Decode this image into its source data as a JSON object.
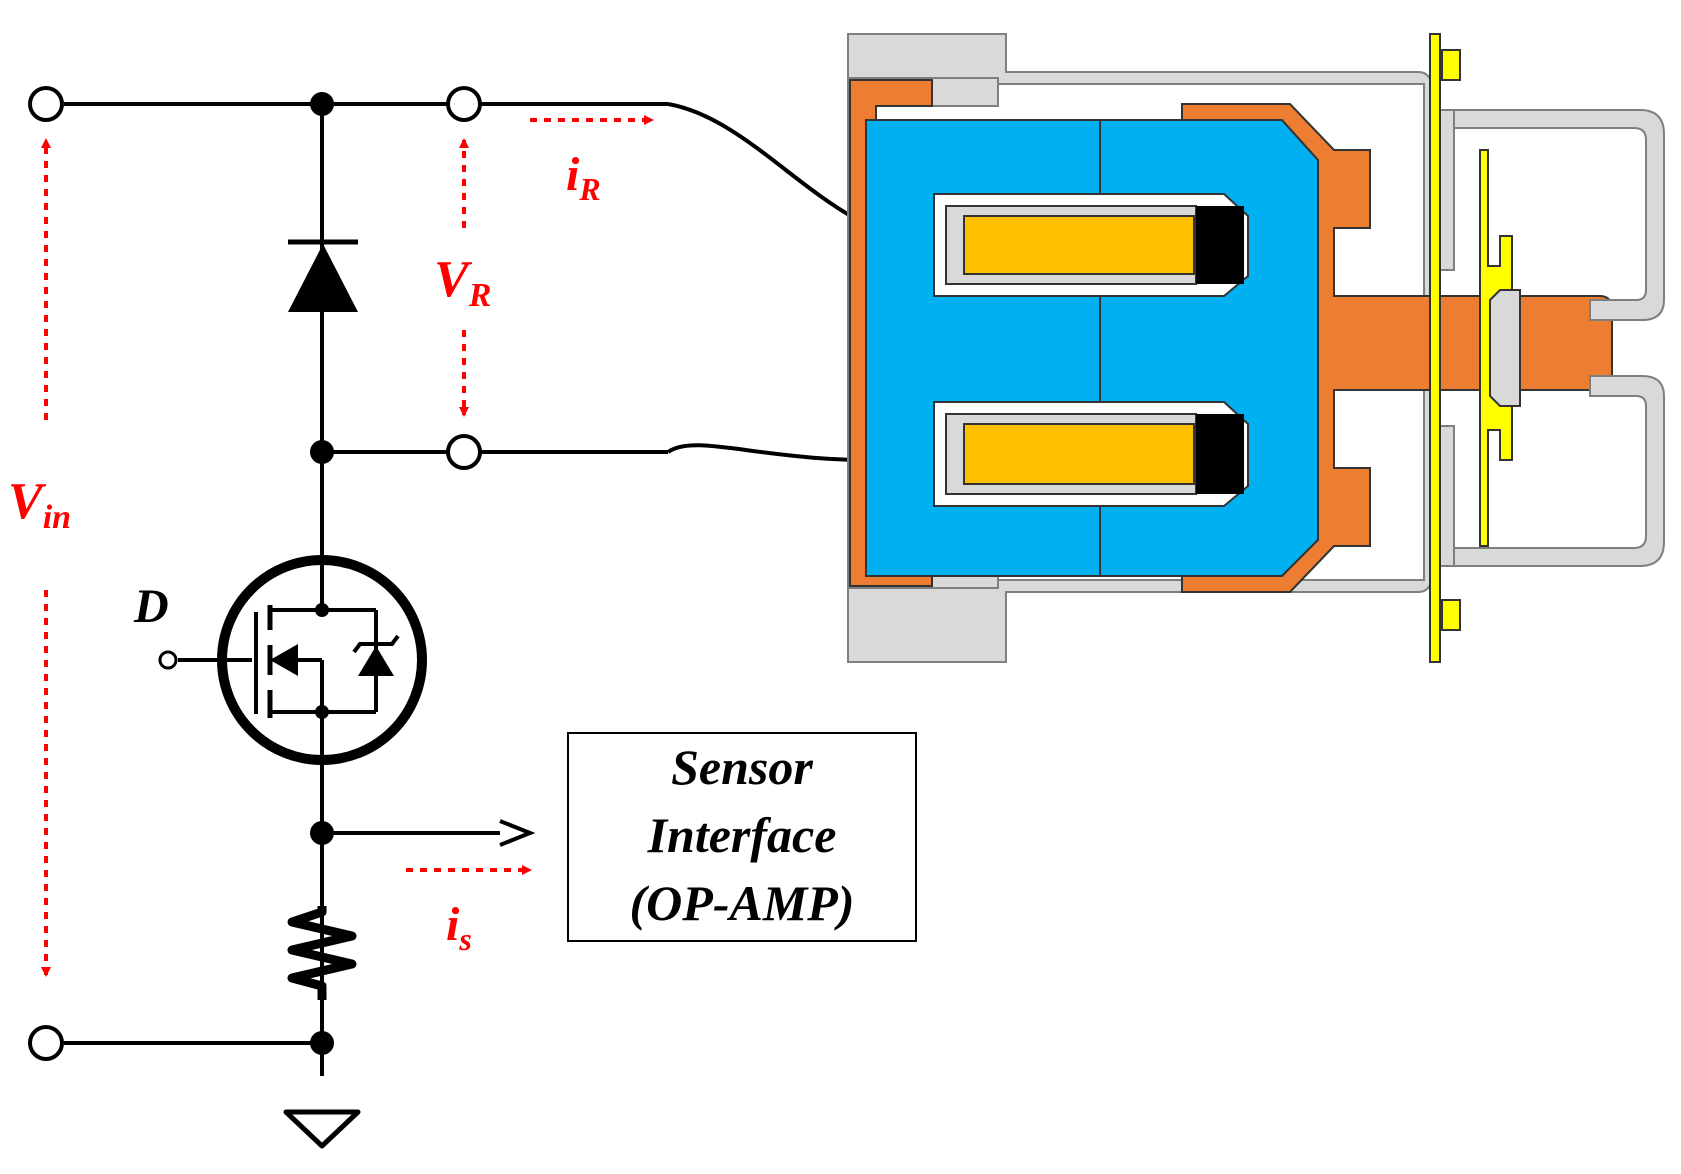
{
  "labels": {
    "v_in": "V",
    "v_in_sub": "in",
    "v_r": "V",
    "v_r_sub": "R",
    "i_r": "i",
    "i_r_sub": "R",
    "i_s": "i",
    "i_s_sub": "s",
    "d": "D"
  },
  "sensor_box": {
    "line1": "Sensor",
    "line2": "Interface",
    "line3": "(OP-AMP)"
  },
  "colors": {
    "annotation": "#ff0000",
    "wire": "#000000",
    "solenoid_core": "#00b0f0",
    "solenoid_frame": "#ed7d31",
    "coil_fill": "#ffc000",
    "housing": "#d9d9d9",
    "contacts": "#ffff00"
  },
  "icons": {
    "diode": "diode-icon",
    "mosfet": "mosfet-icon",
    "zener": "zener-diode-icon",
    "resistor": "resistor-icon",
    "ground": "ground-icon",
    "solenoid": "solenoid-relay-icon"
  }
}
